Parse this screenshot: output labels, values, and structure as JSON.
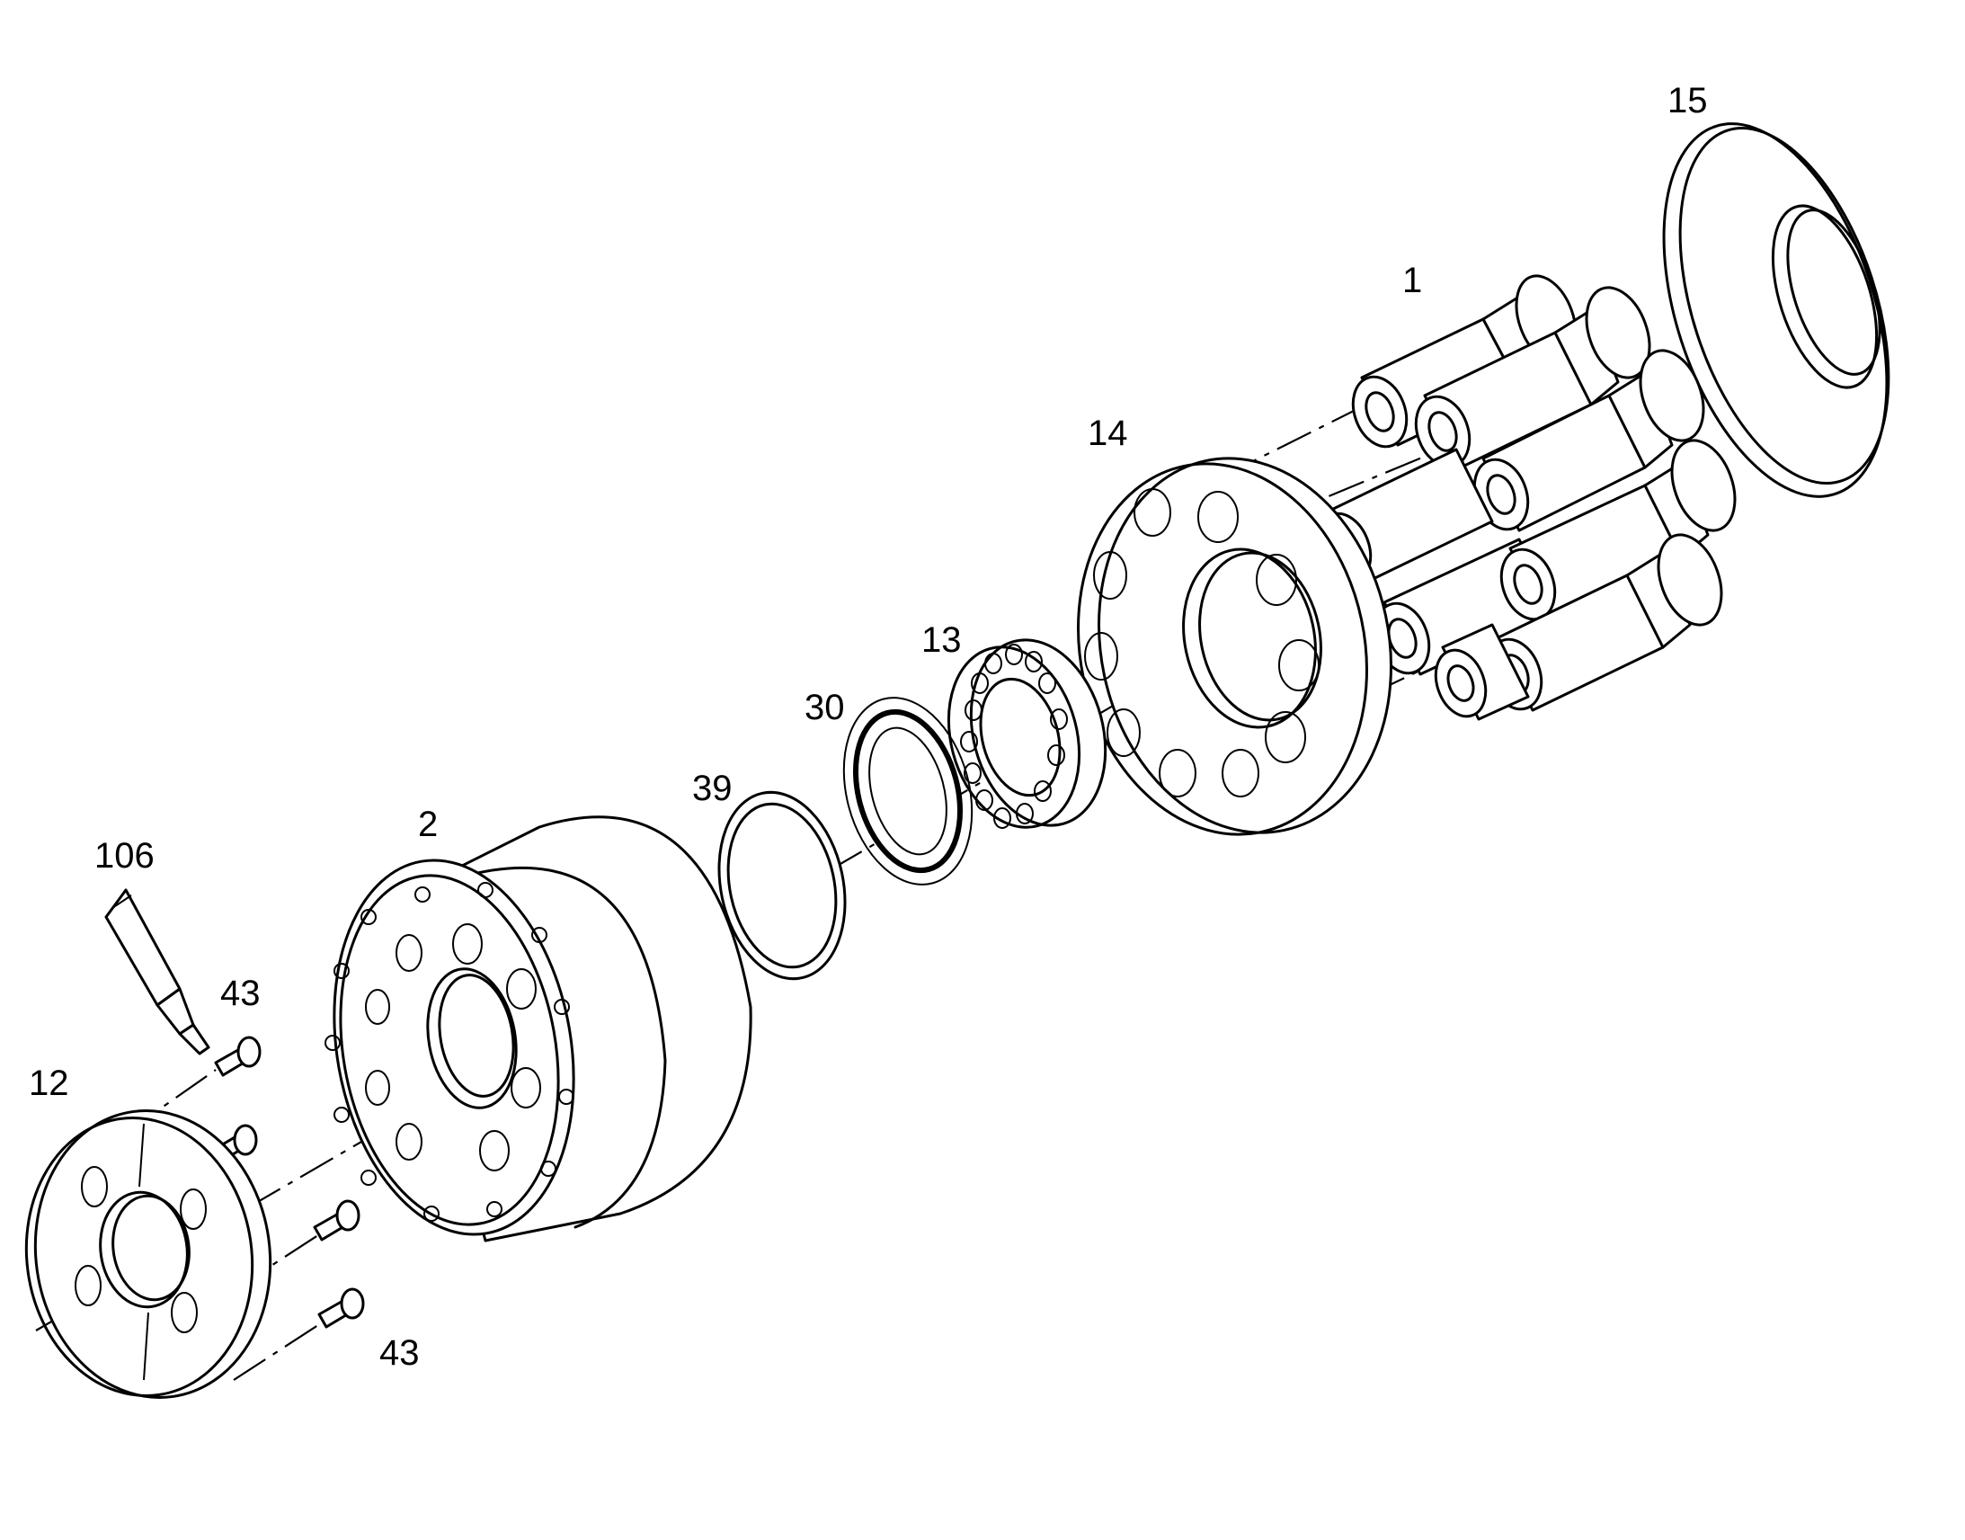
{
  "diagram": {
    "callouts": [
      {
        "id": "1",
        "text": "1"
      },
      {
        "id": "2",
        "text": "2"
      },
      {
        "id": "12",
        "text": "12"
      },
      {
        "id": "13",
        "text": "13"
      },
      {
        "id": "14",
        "text": "14"
      },
      {
        "id": "15",
        "text": "15"
      },
      {
        "id": "30",
        "text": "30"
      },
      {
        "id": "39",
        "text": "39"
      },
      {
        "id": "43a",
        "text": "43"
      },
      {
        "id": "43b",
        "text": "43"
      },
      {
        "id": "106",
        "text": "106"
      }
    ]
  }
}
